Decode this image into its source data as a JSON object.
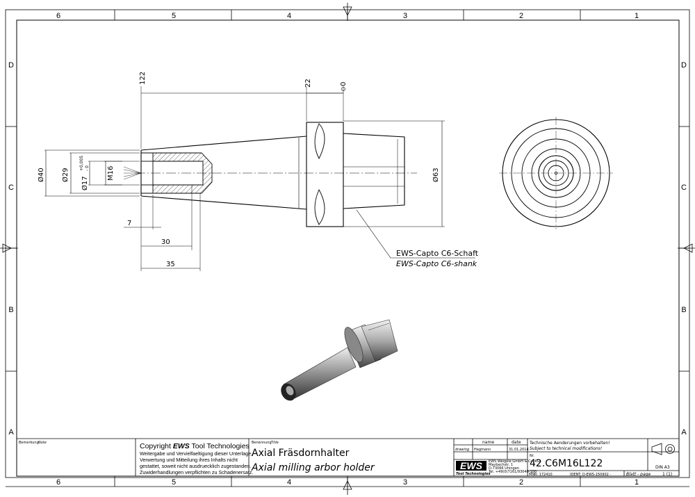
{
  "zones": {
    "columns": [
      "6",
      "5",
      "4",
      "3",
      "2",
      "1"
    ],
    "rows": [
      "D",
      "C",
      "B",
      "A"
    ]
  },
  "dimensions": {
    "len_122": "122",
    "len_22": "22",
    "len_0": "0",
    "dia_40": "Ø40",
    "dia_29": "Ø29",
    "dia_17": "Ø17",
    "tol_upper": "+0,005",
    "tol_lower": "- 0",
    "thread": "M16",
    "dia_63": "Ø63",
    "len_7": "7",
    "len_30": "30",
    "len_35": "35"
  },
  "callout": {
    "de": "EWS-Capto C6-Schaft",
    "en": "EWS-Capto C6-shank"
  },
  "title_block": {
    "remark_label": "Bemerkung",
    "remark_label_en": "Note",
    "copyright_prefix": "Copyright ",
    "copyright_brand": "EWS",
    "copyright_suffix": " Tool Technologies",
    "copyright_lines": [
      "Weitergabe und Vervielfaeltigung dieser Unterlage,",
      "Verwertung und Mitteilung ihres Inhalts nicht",
      "gestattet, soweit nicht ausdruecklich zugestanden.",
      "Zuwiderhandlungen verpflichten zu Schadenersatz."
    ],
    "title_label": "Benennung",
    "title_label_en": "Title",
    "title_de": "Axial Fräsdornhalter",
    "title_en": "Axial milling arbor holder",
    "col_name": "name",
    "col_date": "date",
    "row_drawing": "drawing",
    "drawn_name": "Hagmann",
    "drawn_date": "31.01.2014",
    "logo": "EWS",
    "logo_sub": "Tool Technologies",
    "address": [
      "EWS Weigele GmbH & Co. KG",
      "Maybachstr. 1",
      "D-73066 Uhingen",
      "Tel. +49(0)7161/93040-100"
    ],
    "note_de": "Technische Aenderungen vorbehalten!",
    "note_en": "Subject to technical modifications!",
    "nr_label": "Nr.",
    "part_no": "42.C6M16L122",
    "format": "DIN A3",
    "mnr": "MNR: 172410",
    "ident": "IDENT: D-EWS-150902 -",
    "sheet_label": "Blatt - page",
    "sheet_value": "1 (1)"
  }
}
